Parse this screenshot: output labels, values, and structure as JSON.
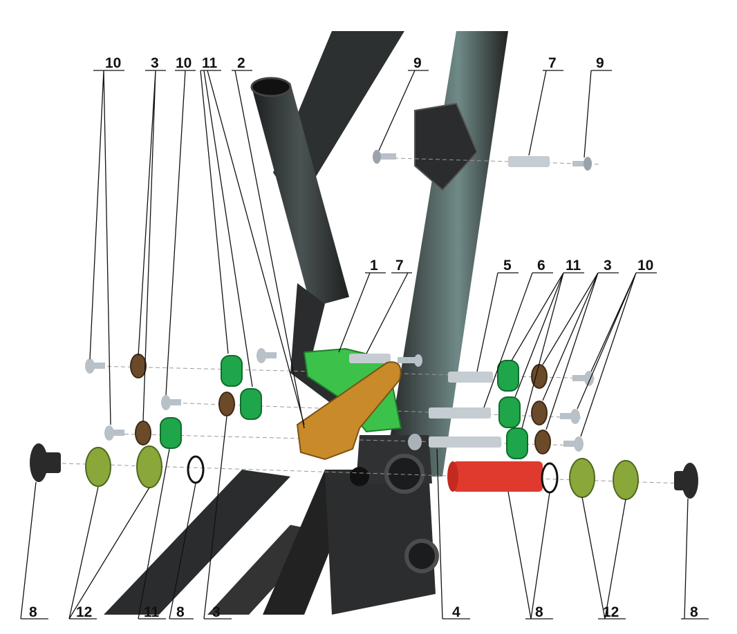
{
  "diagram": {
    "type": "exploded-parts-diagram",
    "callouts": {
      "top_10a": "10",
      "top_3": "3",
      "top_10b": "10",
      "top_11": "11",
      "top_2": "2",
      "top_9a": "9",
      "top_7": "7",
      "top_9b": "9",
      "mid_1": "1",
      "mid_7": "7",
      "mid_5": "5",
      "mid_6": "6",
      "mid_11": "11",
      "mid_3": "3",
      "mid_10": "10",
      "bot_8a": "8",
      "bot_12a": "12",
      "bot_11": "11",
      "bot_8b": "8",
      "bot_3": "3",
      "bot_4": "4",
      "bot_8c": "8",
      "bot_12b": "12",
      "bot_8d": "8"
    },
    "colors": {
      "frame": "#2b2d2e",
      "rocker_link": "#c98a2a",
      "shock_mount": "#3cc24a",
      "bushing_green": "#1fa64a",
      "washer_bronze": "#6b4a2a",
      "spacer_olive": "#8aa83a",
      "axle_red": "#e03a2e",
      "bolt": "#b8c0c8"
    }
  }
}
